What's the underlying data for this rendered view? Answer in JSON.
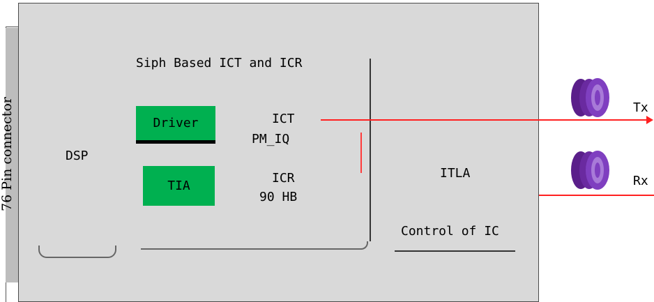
{
  "connector": {
    "label": "76 Pin connector"
  },
  "board": {
    "title": "Siph Based ICT and ICR",
    "dsp_label": "DSP",
    "driver_label": "Driver",
    "tia_label": "TIA",
    "ict_label": "ICT",
    "ict_sub": "PM_IQ",
    "icr_label": "ICR",
    "icr_sub": "90 HB",
    "itla_label": "ITLA",
    "control_label": "Control of IC"
  },
  "outputs": {
    "tx_label": "Tx",
    "rx_label": "Rx"
  },
  "colors": {
    "board": "#d9d9d9",
    "component_green": "#00b050",
    "signal_red": "#ff2020",
    "fiber_purple": "#7030a0"
  },
  "icons": {
    "fiber_coil": "fiber-coil-icon"
  }
}
